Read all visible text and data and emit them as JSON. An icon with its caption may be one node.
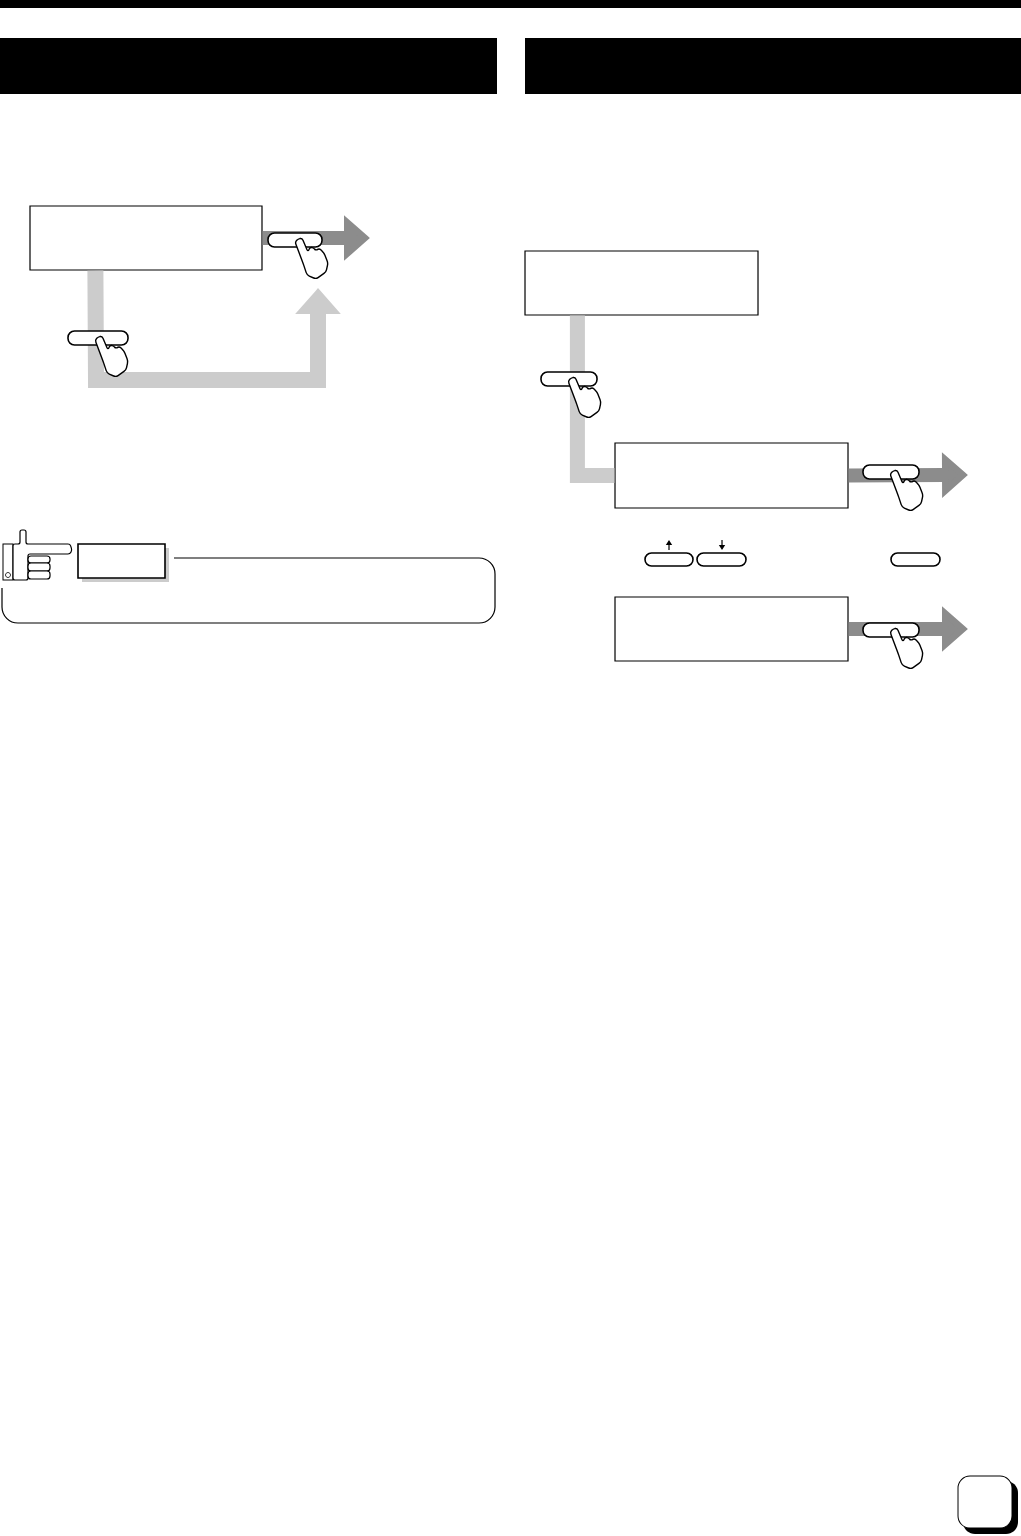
{
  "diagram": {
    "nodes": [
      {
        "text": [],
        "shape": "bar"
      },
      {
        "text": [],
        "shape": "box"
      },
      {
        "text": [],
        "shape": "bar"
      },
      {
        "text": [],
        "shape": "box"
      },
      {
        "text": [],
        "shape": "box"
      },
      {
        "text": [],
        "shape": "box"
      }
    ],
    "edges": [
      {
        "from": 1,
        "to": null,
        "arrow": "to"
      },
      {
        "from": 1,
        "to": null,
        "arrow": "to",
        "color": "#cccccc"
      },
      {
        "from": 3,
        "to": 4,
        "arrow": "none",
        "color": "#cccccc"
      },
      {
        "from": 4,
        "to": null,
        "arrow": "to"
      },
      {
        "from": 5,
        "to": null,
        "arrow": "to"
      }
    ]
  }
}
